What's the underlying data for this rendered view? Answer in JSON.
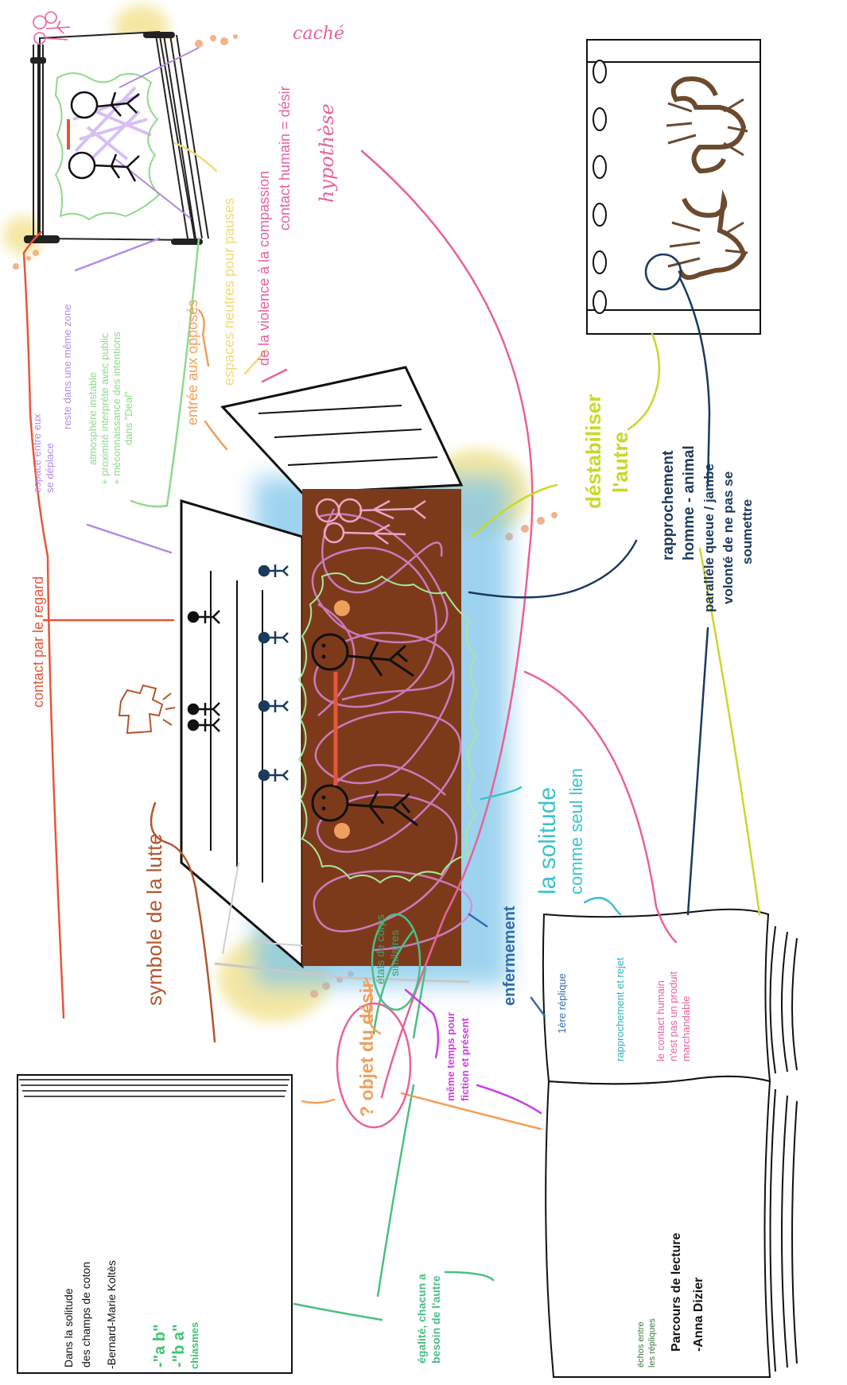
{
  "book_left": {
    "title_line1": "Dans la solitude",
    "title_line2": "des champs de coton",
    "author": "-Bernard-Marie Koltès",
    "chiasm_1": "-\"a b\"",
    "chiasm_2": "-\"b a\"",
    "chiasm_label": "chiasmes"
  },
  "book_right": {
    "title": "Parcours de lecture",
    "author": "-Anna Dizier",
    "echoes_1": "échos entre",
    "echoes_2": "les répliques",
    "first_reply": "1ère réplique",
    "approach": "rapprochement et rejet",
    "contact_1": "le contact humain",
    "contact_2": "n'est pas un produit",
    "contact_3": "marchandable"
  },
  "labels": {
    "contact_regard": "contact par le regard",
    "space_between_1": "espace entre eux",
    "space_between_2": "se déplace",
    "same_zone": "reste dans une même zone",
    "atmosphere_1": "atmosphère instable",
    "atmosphere_2": "+ proximité interprète avec public",
    "atmosphere_3": "+ méconnaissance des intentions",
    "atmosphere_4": "dans \"Deal\"",
    "opposite_entry": "entrée aux opposés",
    "neutral_spaces": "espaces neutres pour pauses",
    "violence": "de la violence à la compassion",
    "human_contact": "contact humain = désir",
    "hidden": "caché",
    "hypothesis": "hypothèse",
    "destabilize_1": "déstabiliser",
    "destabilize_2": "l'autre",
    "rapprochement_1": "rapprochement",
    "rapprochement_2": "homme - animal",
    "rapprochement_3": "parallèle queue / jambe",
    "rapprochement_4": "volonté de ne pas se",
    "rapprochement_5": "soumettre",
    "solitude_1": "la solitude",
    "solitude_2": "comme seul lien",
    "confinement": "enfermement",
    "struggle": "symbole de la lutte",
    "body_states_1": "états de corps",
    "body_states_2": "similaires",
    "desire_object": "? objet du désir",
    "same_time_1": "même temps pour",
    "same_time_2": "fiction et présent",
    "equality_1": "égalité, chacun a",
    "equality_2": "besoin de l'autre"
  },
  "colors": {
    "red": "#e8553a",
    "purple": "#b28ae6",
    "green": "#8fd98b",
    "orange": "#f0a05e",
    "yellow": "#eedd77",
    "pink": "#e8629a",
    "yellowgreen": "#c9d82a",
    "navy": "#1b3a5c",
    "teal": "#3cc3cc",
    "blue": "#2f6ea8",
    "brown": "#b5552f",
    "magenta": "#cc3ee6",
    "emerald": "#4bbf85",
    "stage_floor": "#7d3a1b",
    "stage_glow": "#7ec5ea",
    "light_spot": "#f3e59a",
    "spot_dots": "#f2b28a"
  },
  "icons": {
    "left_book": "book-icon",
    "right_book": "open-book-icon",
    "scorpion_frame": "film-strip-icon",
    "scorpions": "scorpion-icon",
    "shirt": "torn-shirt-icon",
    "figures": "stick-figure-icon"
  }
}
